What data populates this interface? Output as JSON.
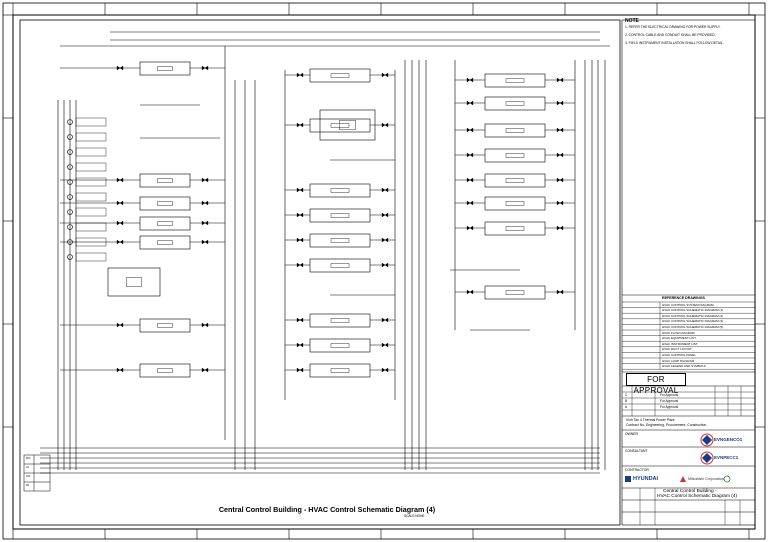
{
  "drawing": {
    "title": "Central Control Building - HVAC Control Schematic Diagram (4)",
    "subtitle": "SCALE:NONE",
    "status_stamp": "FOR APPROVAL"
  },
  "notes": {
    "heading": "NOTE",
    "items": [
      "1. REFER THE ELECTRICAL DRAWING FOR POWER SUPPLY.",
      "2. CONTROL CABLE AND CONDUIT SHALL BE PROVIDED.",
      "3. FIELD INSTRUMENT INSTALLATION SHALL FOLLOW DETAIL."
    ]
  },
  "reference_drawings": {
    "heading": "REFERENCE DRAWINGS",
    "rows": [
      "HVAC CONTROL SYSTEM DIAGRAM",
      "HVAC CONTROL SCHEMATIC DIAGRAM (1)",
      "HVAC CONTROL SCHEMATIC DIAGRAM (2)",
      "HVAC CONTROL SCHEMATIC DIAGRAM (3)",
      "HVAC CONTROL SCHEMATIC DIAGRAM (5)",
      "HVAC FLOW DIAGRAM",
      "HVAC EQUIPMENT LIST",
      "HVAC INSTRUMENT LIST",
      "HVAC DUCT LAYOUT",
      "HVAC CONTROL PANEL",
      "HVAC LOOP DIAGRAM",
      "HVAC LEGEND AND SYMBOLS"
    ]
  },
  "revisions": {
    "rows": [
      {
        "rev": "C",
        "desc": "For Approval"
      },
      {
        "rev": "B",
        "desc": "For Approval"
      },
      {
        "rev": "A",
        "desc": "For Approval"
      }
    ]
  },
  "project": {
    "name_line1": "Vinh Tan 4 Thermal Power Plant",
    "name_line2": "Contract No. Engineering, Procurement, Construction"
  },
  "parties": {
    "owner_label": "OWNER",
    "consultant_label": "CONSULTANT",
    "contractor_label": "CONTRACTOR",
    "owner_logo": "EVNGENCO1",
    "consultant_logo": "EVNPECC1",
    "contractor_logo_1": "HYUNDAI",
    "contractor_logo_2": "Mitsubishi Corporation"
  },
  "title_block": {
    "line1": "Central Control Building -",
    "line2": "HVAC Control Schematic Diagram (4)"
  },
  "legend": {
    "rows": [
      "AI",
      "AO",
      "DI",
      "DO"
    ]
  },
  "colors": {
    "line": "#000000",
    "paper": "#ffffff",
    "logo_red": "#d32f2f",
    "logo_blue": "#1a3a8a",
    "logo_green": "#2e7d32"
  }
}
